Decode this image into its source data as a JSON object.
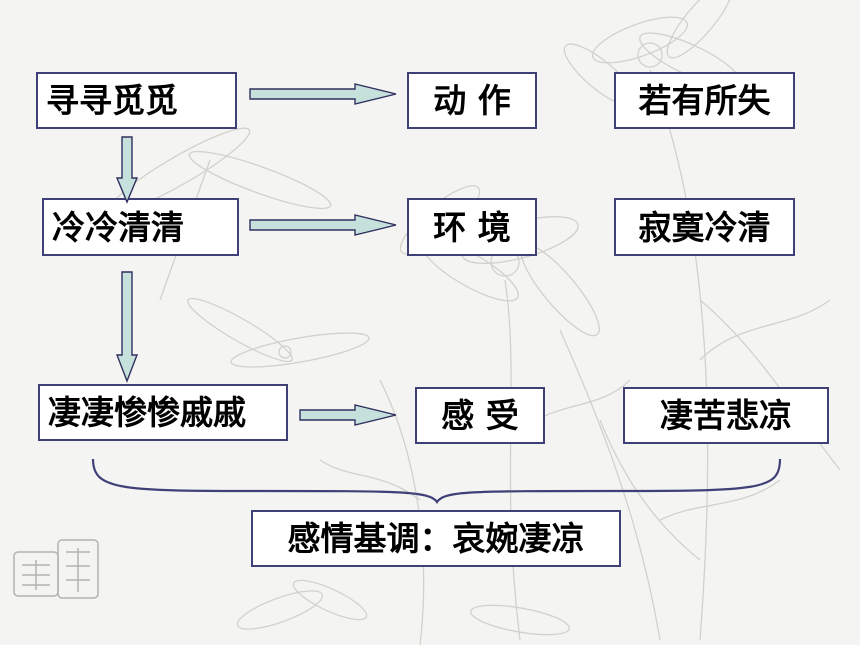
{
  "rows": [
    {
      "phrase": "寻寻觅觅",
      "aspect": "动 作",
      "result": "若有所失"
    },
    {
      "phrase": "冷冷清清",
      "aspect": "环 境",
      "result": "寂寞冷清"
    },
    {
      "phrase": "凄凄惨惨戚戚",
      "aspect": "感 受",
      "result": "凄苦悲凉"
    }
  ],
  "conclusion": "感情基调：哀婉凄凉",
  "colors": {
    "box_border": "#404078",
    "arrow_fill": "#c6e0dc",
    "arrow_stroke": "#303060",
    "brace": "#404078"
  }
}
